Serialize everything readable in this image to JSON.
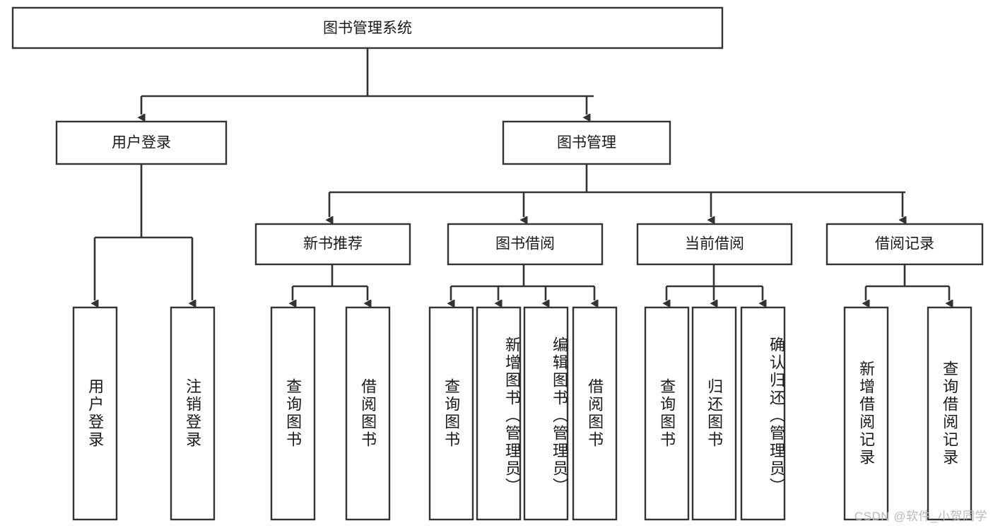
{
  "diagram": {
    "type": "hierarchy-tree",
    "title": "图书管理系统",
    "orientation": "top-down",
    "watermark": "CSDN @软件_小贺同学",
    "colors": {
      "box_fill": "#ffffff",
      "box_stroke": "#333333",
      "connector": "#333333",
      "text": "#1a1a1a",
      "watermark": "#b9b9b9"
    },
    "levels": {
      "root": "图书管理系统",
      "level2": [
        "用户登录",
        "图书管理"
      ],
      "level3": [
        "新书推荐",
        "图书借阅",
        "当前借阅",
        "借阅记录"
      ]
    },
    "nodes": {
      "root": {
        "label": "图书管理系统"
      },
      "user_login": {
        "label": "用户登录"
      },
      "book_manage": {
        "label": "图书管理"
      },
      "new_book_rec": {
        "label": "新书推荐"
      },
      "book_borrow": {
        "label": "图书借阅"
      },
      "current_borrow": {
        "label": "当前借阅"
      },
      "borrow_record": {
        "label": "借阅记录"
      },
      "leaf_user_login": {
        "label": "用户登录"
      },
      "leaf_logout": {
        "label": "注销登录"
      },
      "leaf_query_book_1": {
        "label": "查询图书"
      },
      "leaf_borrow_book_1": {
        "label": "借阅图书"
      },
      "leaf_query_book_2": {
        "label": "查询图书"
      },
      "leaf_add_book": {
        "label": "新增图书（管理员）"
      },
      "leaf_edit_book": {
        "label": "编辑图书（管理员）"
      },
      "leaf_borrow_book_2": {
        "label": "借阅图书"
      },
      "leaf_query_book_3": {
        "label": "查询图书"
      },
      "leaf_return_book": {
        "label": "归还图书"
      },
      "leaf_confirm_return": {
        "label": "确认归还（管理员）"
      },
      "leaf_add_record": {
        "label": "新增借阅记录"
      },
      "leaf_query_record": {
        "label": "查询借阅记录"
      }
    },
    "edges": [
      {
        "from": "root",
        "to": "user_login"
      },
      {
        "from": "root",
        "to": "book_manage"
      },
      {
        "from": "user_login",
        "to": "leaf_user_login"
      },
      {
        "from": "user_login",
        "to": "leaf_logout"
      },
      {
        "from": "book_manage",
        "to": "new_book_rec"
      },
      {
        "from": "book_manage",
        "to": "book_borrow"
      },
      {
        "from": "book_manage",
        "to": "current_borrow"
      },
      {
        "from": "book_manage",
        "to": "borrow_record"
      },
      {
        "from": "new_book_rec",
        "to": "leaf_query_book_1"
      },
      {
        "from": "new_book_rec",
        "to": "leaf_borrow_book_1"
      },
      {
        "from": "book_borrow",
        "to": "leaf_query_book_2"
      },
      {
        "from": "book_borrow",
        "to": "leaf_add_book"
      },
      {
        "from": "book_borrow",
        "to": "leaf_edit_book"
      },
      {
        "from": "book_borrow",
        "to": "leaf_borrow_book_2"
      },
      {
        "from": "current_borrow",
        "to": "leaf_query_book_3"
      },
      {
        "from": "current_borrow",
        "to": "leaf_return_book"
      },
      {
        "from": "current_borrow",
        "to": "leaf_confirm_return"
      },
      {
        "from": "borrow_record",
        "to": "leaf_add_record"
      },
      {
        "from": "borrow_record",
        "to": "leaf_query_record"
      }
    ]
  }
}
